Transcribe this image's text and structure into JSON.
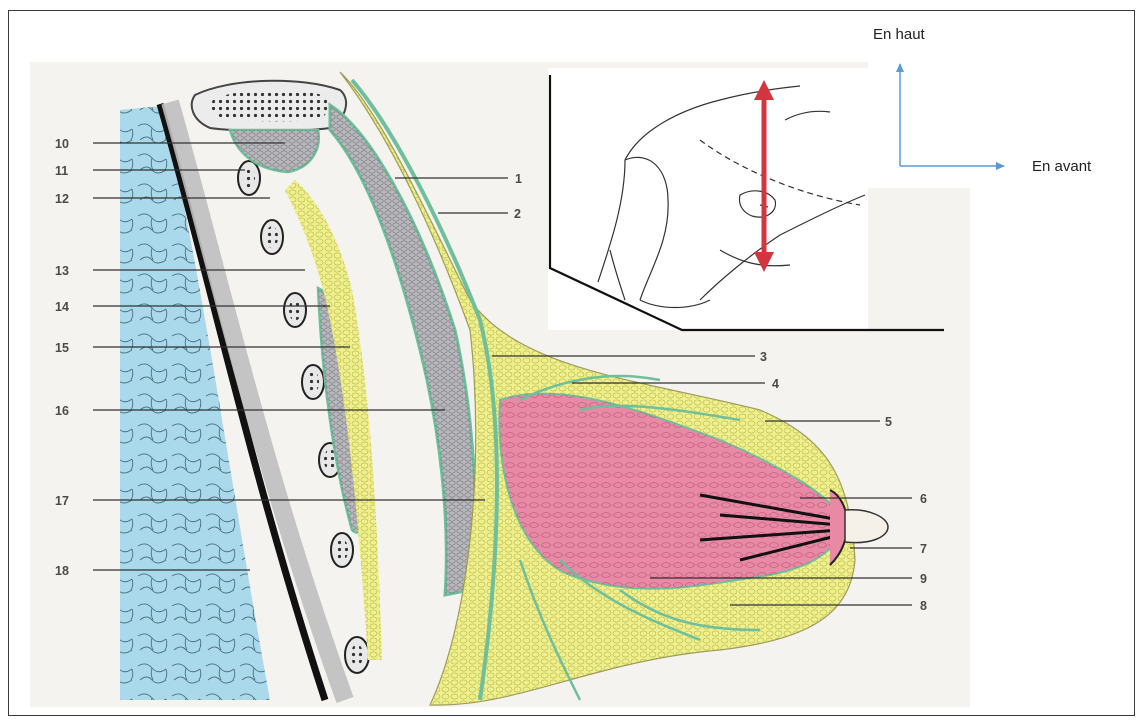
{
  "orientation": {
    "up_label": "En haut",
    "forward_label": "En avant",
    "arrow_color": "#5b9bd5"
  },
  "inset": {
    "plane_arrow_color": "#d3343f"
  },
  "labels": [
    "1",
    "2",
    "3",
    "4",
    "5",
    "6",
    "7",
    "8",
    "9",
    "10",
    "11",
    "12",
    "13",
    "14",
    "15",
    "16",
    "17",
    "18"
  ],
  "colors": {
    "thoracic_cavity": "#a9d9ea",
    "fat": "#eef08e",
    "gland": "#e889a6",
    "fascia": "#6fbf9c",
    "muscle": "#b9b9bd",
    "bone": "#ececec"
  }
}
